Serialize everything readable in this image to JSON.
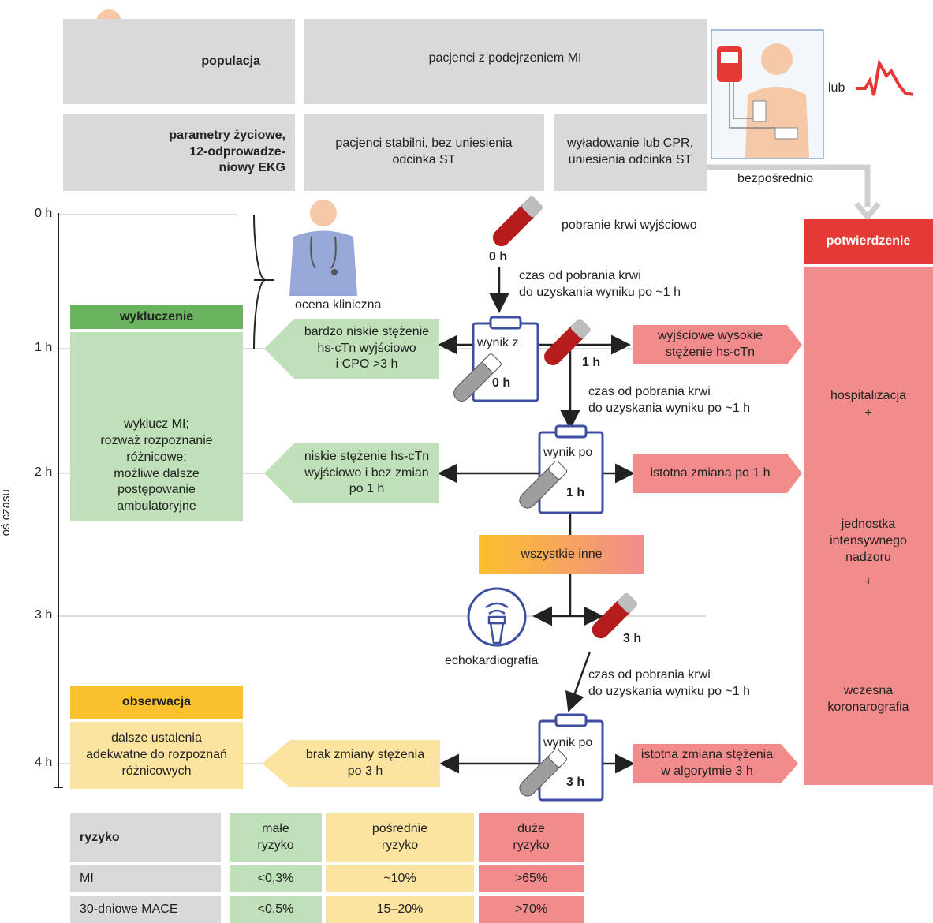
{
  "header": {
    "population_label": "populacja",
    "population_value": "pacjenci z podejrzeniem MI",
    "vitals_label": "parametry życiowe,\n12-odprowadze-\nniowy EKG",
    "stable_value": "pacjenci stabilni, bez uniesienia\nodcinka ST",
    "unstable_value": "wyładowanie lub CPR,\nuniesienia odcinka ST",
    "or_label": "lub",
    "direct_label": "bezpośrednio"
  },
  "timeline": {
    "axis_label": "oś czasu",
    "hours": [
      "0 h",
      "1 h",
      "2 h",
      "3 h",
      "4 h"
    ]
  },
  "flow": {
    "baseline_draw": "pobranie krwi wyjściowo",
    "tube_0h": "0 h",
    "tube_1h": "1 h",
    "tube_3h": "3 h",
    "interval_note": "czas od pobrania krwi\ndo uzyskania wyniku po ~1 h",
    "clinical_assessment": "ocena kliniczna",
    "result_0h_title": "wynik z",
    "result_0h_time": "0 h",
    "result_1h_title": "wynik po",
    "result_1h_time": "1 h",
    "result_3h_title": "wynik po",
    "result_3h_time": "3 h",
    "very_low": "bardzo niskie stężenie\nhs-cTn wyjściowo\ni CPO >3 h",
    "low_no_change": "niskie stężenie hs-cTn\nwyjściowo i bez zmian\npo 1 h",
    "no_change_3h": "brak zmiany stężenia\npo 3 h",
    "high_baseline": "wyjściowe wysokie\nstężenie hs-cTn",
    "significant_1h": "istotna zmiana po 1 h",
    "significant_3h": "istotna zmiana stężenia\nw algorytmie 3 h",
    "all_others": "wszystkie inne",
    "echo": "echokardiografia"
  },
  "rule_out": {
    "title": "wykluczenie",
    "body": "wyklucz MI;\nrozważ rozpoznanie\nróżnicowe;\nmożliwe dalsze\npostępowanie\nambulatoryjne"
  },
  "observation": {
    "title": "obserwacja",
    "body": "dalsze ustalenia\nadekwatne do rozpoznań\nróżnicowych"
  },
  "confirmation": {
    "title": "potwierdzenie",
    "hospital": "hospitalizacja",
    "plus1": "+",
    "icu": "jednostka\nintensywnego\nnadzoru",
    "plus2": "+",
    "angio": "wczesna\nkoronarografia"
  },
  "risk_table": {
    "header": [
      "ryzyko",
      "małe\nryzyko",
      "pośrednie\nryzyko",
      "duże\nryzyko"
    ],
    "rows": [
      [
        "MI",
        "<0,3%",
        "~10%",
        ">65%"
      ],
      [
        "30-dniowe MACE",
        "<0,5%",
        "15–20%",
        ">70%"
      ]
    ]
  },
  "colors": {
    "green_light": "#bfe0b9",
    "green_dark": "#6ab45f",
    "yellow_light": "#fbe3a0",
    "yellow_dark": "#fbc02d",
    "pink": "#f28c8c",
    "red": "#e53935",
    "grey": "#d9d9d9",
    "navy": "#3c4fa0"
  }
}
